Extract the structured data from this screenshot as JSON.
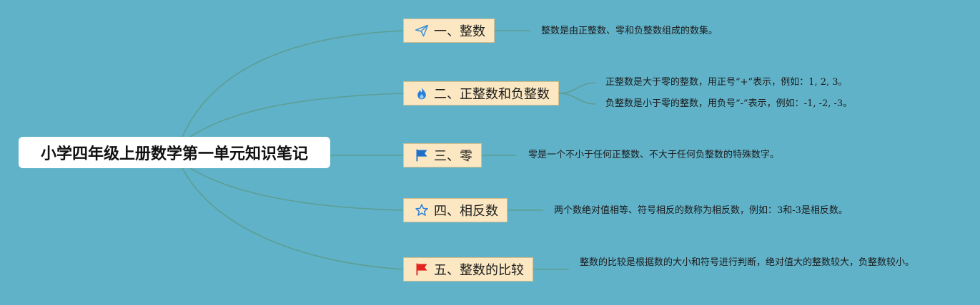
{
  "root": {
    "title": "小学四年级上册数学第一单元知识笔记"
  },
  "colors": {
    "background": "#60b2c9",
    "line": "#5c9e92",
    "branch_fill": "#fbe8c3"
  },
  "branches": [
    {
      "label": "一、整数",
      "icon": "paper-plane-icon",
      "notes": [
        "整数是由正整数、零和负整数组成的数集。"
      ]
    },
    {
      "label": "二、正整数和负整数",
      "icon": "fire-icon",
      "notes": [
        "正整数是大于零的整数，用正号“+”表示，例如：1, 2, 3。",
        "负整数是小于零的整数，用负号“-”表示，例如：-1, -2, -3。"
      ]
    },
    {
      "label": "三、零",
      "icon": "blue-flag-icon",
      "notes": [
        "零是一个不小于任何正整数、不大于任何负整数的特殊数字。"
      ]
    },
    {
      "label": "四、相反数",
      "icon": "star-outline-icon",
      "notes": [
        "两个数绝对值相等、符号相反的数称为相反数，例如：3和-3是相反数。"
      ]
    },
    {
      "label": "五、整数的比较",
      "icon": "red-flag-icon",
      "notes": [
        "整数的比较是根据数的大小和符号进行判断，绝对值大的整数较大，负整数较小。"
      ]
    }
  ]
}
